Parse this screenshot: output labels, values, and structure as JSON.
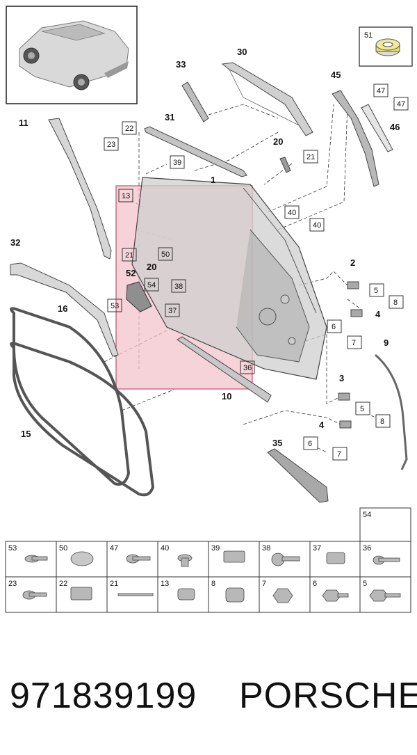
{
  "footer": {
    "part_number": "971839199",
    "brand": "PORSCHE"
  },
  "callouts": {
    "c1": "1",
    "c2a": "2",
    "c2b": "3",
    "c4a": "4",
    "c4b": "4",
    "c9": "9",
    "c10": "10",
    "c11": "11",
    "c15": "15",
    "c16": "16",
    "c20a": "20",
    "c20b": "20",
    "c30": "30",
    "c31": "31",
    "c32": "32",
    "c33": "33",
    "c35": "35",
    "c45": "45",
    "c46": "46",
    "c52": "52"
  },
  "boxed_labels": {
    "b13": "13",
    "b21a": "21",
    "b21b": "21",
    "b22": "22",
    "b23": "23",
    "b36": "36",
    "b37": "37",
    "b38": "38",
    "b39": "39",
    "b40a": "40",
    "b40b": "40",
    "b47a": "47",
    "b47b": "47",
    "b50": "50",
    "b51": "51",
    "b53": "53",
    "b54": "54",
    "b5a": "5",
    "b5b": "5",
    "b6a": "6",
    "b6b": "6",
    "b7a": "7",
    "b7b": "7",
    "b8a": "8",
    "b8b": "8"
  },
  "fasteners_table": {
    "top_extra": "54",
    "row1": [
      "53",
      "50",
      "47",
      "40",
      "39",
      "38",
      "37",
      "36"
    ],
    "row2": [
      "23",
      "22",
      "21",
      "13",
      "8",
      "7",
      "6",
      "5"
    ]
  }
}
